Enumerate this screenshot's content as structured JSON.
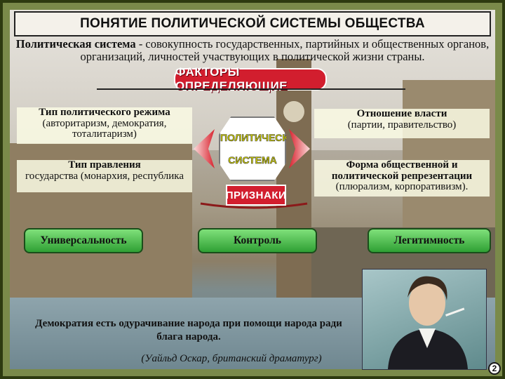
{
  "title": "ПОНЯТИЕ ПОЛИТИЧЕСКОЙ СИСТЕМЫ ОБЩЕСТВА",
  "definition": {
    "term": "Политическая система",
    "text": " - совокупность государственных, партийных и общественных органов, организаций, личностей участвующих в политической жизни страны."
  },
  "factors_banner": "ФАКТОРЫ ОПРЕДЕЛЯЮЩИЕ",
  "center_panel": {
    "line1": "ПОЛИТИЧЕСКАЯ",
    "line2": "СИСТЕМА"
  },
  "signs_banner": "ПРИЗНАКИ",
  "factors": {
    "top_left": {
      "head": "Тип политического режима",
      "body": "(авторитаризм, демократия, тоталитаризм)"
    },
    "bottom_left": {
      "head": "Тип правления",
      "body": "государства (монархия, республика"
    },
    "top_right": {
      "head": "Отношение власти",
      "body": "(партии, правительство)"
    },
    "bottom_right": {
      "head": "Форма общественной и политической репрезентации",
      "body": "(плюрализм, корпоративизм)."
    }
  },
  "signs": [
    "Универсальность",
    "Контроль",
    "Легитимность"
  ],
  "quote": "Демократия есть одурачивание народа при помощи народа ради блага народа.",
  "author": "(Уайльд Оскар, британский драматург)",
  "page_number": "2",
  "colors": {
    "red": "#d21e2e",
    "green": "#2fa034",
    "frame": "#2d3a10"
  }
}
